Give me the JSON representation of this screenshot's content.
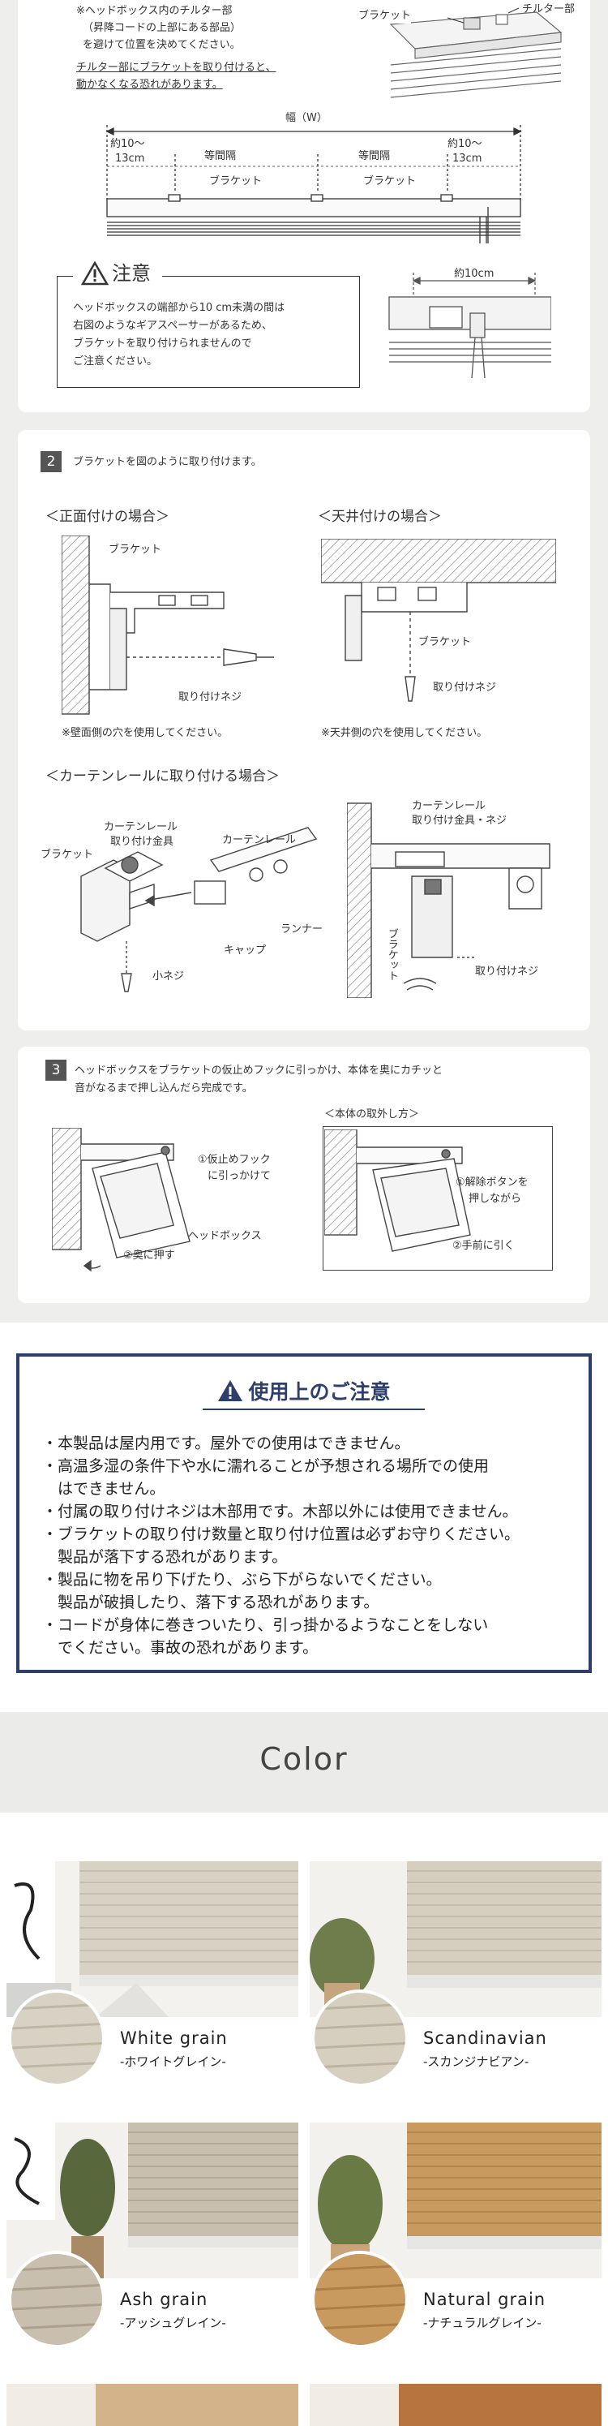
{
  "top": {
    "note_line1": "※ヘッドボックス内のチルター部",
    "note_line2": "（昇降コードの上部にある部品）",
    "note_line3": "を避けて位置を決めてください。",
    "warn_line1": "チルター部にブラケットを取り付けると、",
    "warn_line2": "動かなくなる恐れがあります。",
    "label_bracket": "ブラケット",
    "label_tilter": "チルター部",
    "width_label": "幅（W）",
    "margin_left_1": "約10～",
    "margin_left_2": "13cm",
    "equal_1": "等間隔",
    "equal_2": "等間隔",
    "margin_right_1": "約10～",
    "margin_right_2": "13cm",
    "bracket_a": "ブラケット",
    "bracket_b": "ブラケット"
  },
  "caution": {
    "title": "注意",
    "line1": "ヘッドボックスの端部から10 cm未満の間は",
    "line2": "右図のようなギアスペーサーがあるため、",
    "line3": "ブラケットを取り付けられませんので",
    "line4": "ご注意ください。",
    "dim": "約10cm"
  },
  "step2": {
    "number": "2",
    "instruction": "ブラケットを図のように取り付けます。",
    "front_title": "＜正面付けの場合＞",
    "ceiling_title": "＜天井付けの場合＞",
    "front_bracket": "ブラケット",
    "front_screw": "取り付けネジ",
    "ceiling_bracket": "ブラケット",
    "ceiling_screw": "取り付けネジ",
    "front_note": "※壁面側の穴を使用してください。",
    "ceiling_note": "※天井側の穴を使用してください。",
    "rail_title": "＜カーテンレールに取り付ける場合＞",
    "rail_fitting_1": "カーテンレール",
    "rail_fitting_2": "取り付け金具",
    "rail_bracket": "ブラケット",
    "rail_label": "カーテンレール",
    "runner": "ランナー",
    "cap": "キャップ",
    "small_screw": "小ネジ",
    "right_fitting_1": "カーテンレール",
    "right_fitting_2": "取り付け金具・ネジ",
    "right_bracket": "ブラケット",
    "right_screw": "取り付けネジ"
  },
  "step3": {
    "number": "3",
    "line1": "ヘッドボックスをブラケットの仮止めフックに引っかけ、本体を奥にカチッと",
    "line2": "音がなるまで押し込んだら完成です。",
    "hook_1": "①仮止めフック",
    "hook_2": "に引っかけて",
    "headbox": "ヘッドボックス",
    "push": "②奥に押す",
    "remove_title": "＜本体の取外し方＞",
    "release_1": "①解除ボタンを",
    "release_2": "押しながら",
    "pull": "②手前に引く"
  },
  "safety": {
    "title": "使用上のご注意",
    "items": [
      "・本製品は屋内用です。屋外での使用はできません。",
      "・高温多湿の条件下や水に濡れることが予想される場所での使用",
      "　はできません。",
      "・付属の取り付けネジは木部用です。木部以外には使用できません。",
      "・ブラケットの取り付け数量と取り付け位置は必ずお守りください。",
      "　製品が落下する恐れがあります。",
      "・製品に物を吊り下げたり、ぶら下がらないでください。",
      "　製品が破損したり、落下する恐れがあります。",
      "・コードが身体に巻きついたり、引っ掛かるようなことをしない",
      "　でください。事故の恐れがあります。"
    ],
    "color_accent": "#2f3f6b"
  },
  "color_section": {
    "title": "Color",
    "items": [
      {
        "en": "White grain",
        "ja": "-ホワイトグレイン-",
        "slat_color": "#d8d2c4"
      },
      {
        "en": "Scandinavian",
        "ja": "-スカンジナビアン-",
        "slat_color": "#d6cfc0"
      },
      {
        "en": "Ash grain",
        "ja": "-アッシュグレイン-",
        "slat_color": "#c9bfae"
      },
      {
        "en": "Natural grain",
        "ja": "-ナチュラルグレイン-",
        "slat_color": "#c99a60"
      }
    ]
  }
}
